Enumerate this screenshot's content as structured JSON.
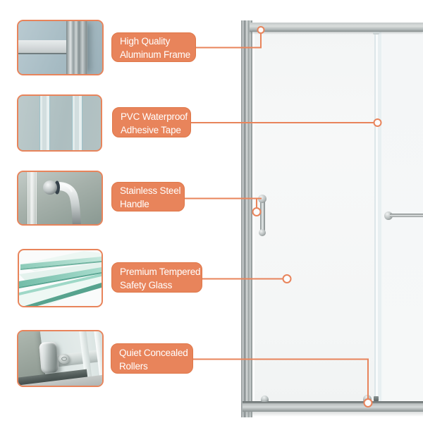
{
  "accent_color": "#E8845B",
  "callouts": [
    {
      "line1": "High Quality",
      "line2": "Aluminum Frame"
    },
    {
      "line1": "PVC Waterproof",
      "line2": "Adhesive Tape"
    },
    {
      "line1": "Stainless Steel",
      "line2": "Handle"
    },
    {
      "line1": "Premium Tempered",
      "line2": "Safety Glass"
    },
    {
      "line1": "Quiet Concealed",
      "line2": "Rollers"
    }
  ]
}
